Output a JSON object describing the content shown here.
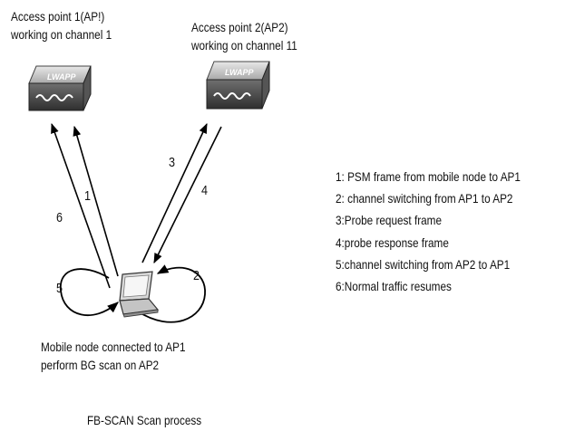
{
  "access_points": [
    {
      "label_line1": "Access point  1(AP!)",
      "label_line2": "working on channel 1",
      "device_text": "LWAPP"
    },
    {
      "label_line1": "Access point 2(AP2)",
      "label_line2": "working on channel 11",
      "device_text": "LWAPP"
    }
  ],
  "arrow_numbers": [
    "1",
    "2",
    "3",
    "4",
    "5",
    "6"
  ],
  "mobile_node": {
    "line1": "Mobile node connected to AP1",
    "line2": "perform BG scan on AP2"
  },
  "legend": [
    "1: PSM frame from mobile node to AP1",
    "2: channel switching from AP1 to AP2",
    "3:Probe request frame",
    "4:probe response frame",
    "5:channel switching from AP2 to AP1",
    "6:Normal traffic resumes"
  ],
  "caption": "FB-SCAN  Scan process"
}
